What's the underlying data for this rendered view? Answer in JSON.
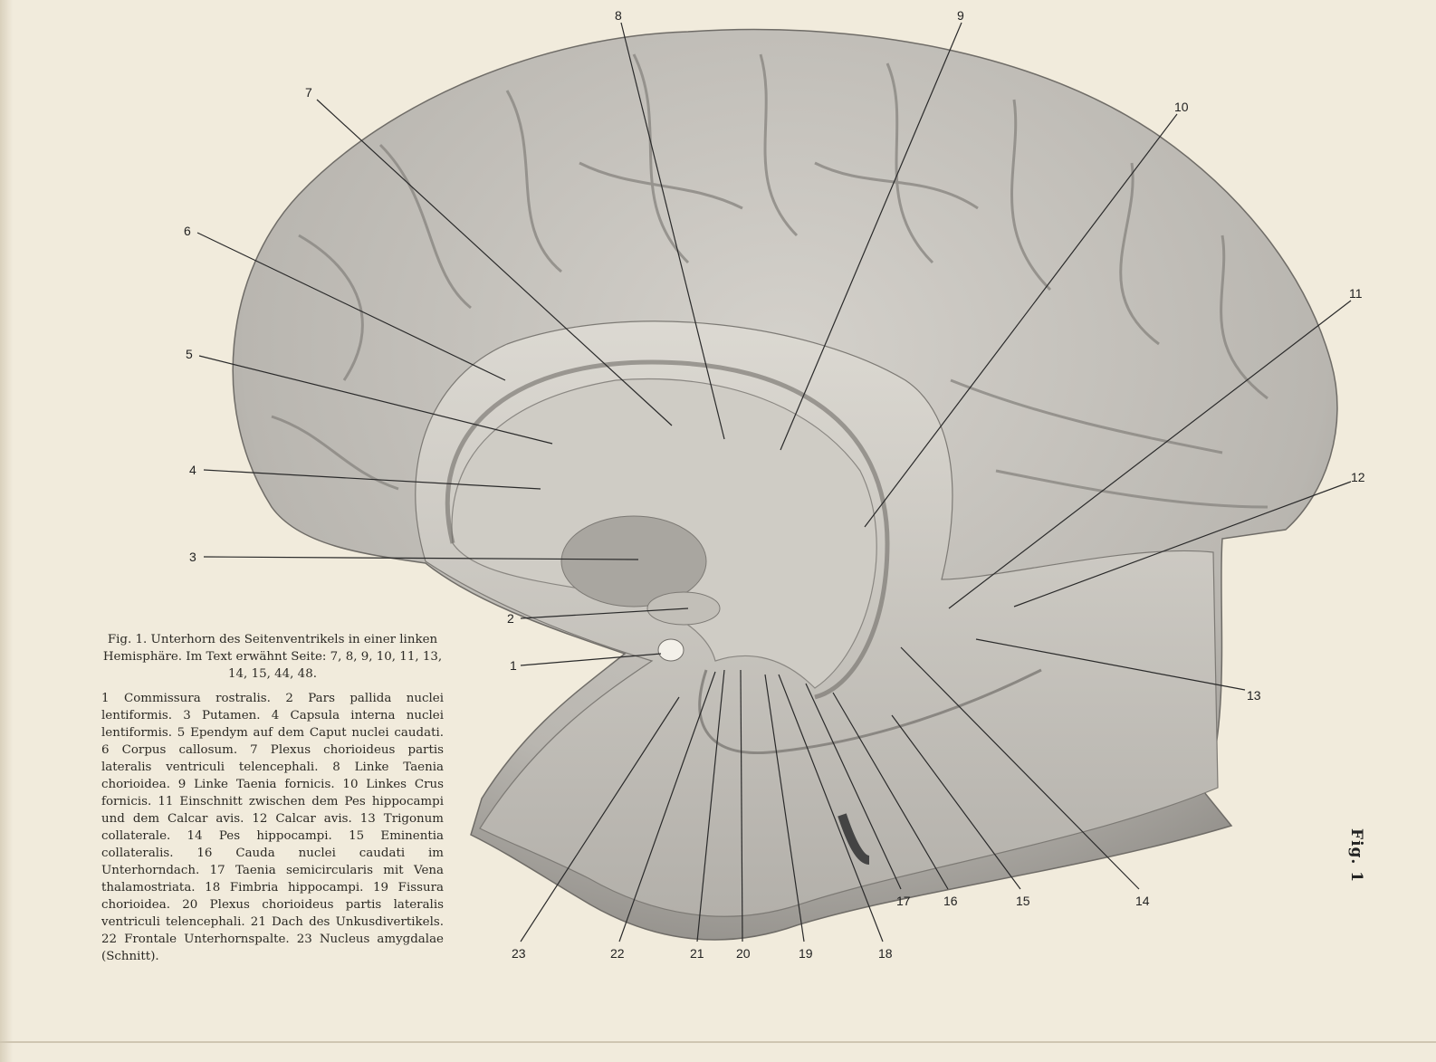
{
  "figure": {
    "labels": [
      "1",
      "2",
      "3",
      "4",
      "5",
      "6",
      "7",
      "8",
      "9",
      "10",
      "11",
      "12",
      "13",
      "14",
      "15",
      "16",
      "17",
      "18",
      "19",
      "20",
      "21",
      "22",
      "23"
    ],
    "side_tag": "Fig. 1"
  },
  "caption": {
    "title": "Fig. 1. Unterhorn des Seitenventrikels in einer linken Hemisphäre. Im Text erwähnt Seite: 7, 8, 9, 10, 11, 13, 14, 15, 44, 48.",
    "legend": "1 Commissura rostralis. 2 Pars pallida nuclei lentiformis. 3 Putamen. 4 Capsula interna nuclei lentiformis. 5 Ependym auf dem Caput nuclei caudati. 6 Corpus callosum. 7 Plexus chorioideus partis lateralis ventriculi telencephali. 8 Linke Taenia chorioidea. 9 Linke Taenia fornicis. 10 Linkes Crus fornicis. 11 Einschnitt zwischen dem Pes hippocampi und dem Calcar avis. 12 Calcar avis. 13 Trigonum collaterale. 14 Pes hippocampi. 15 Eminentia collateralis. 16 Cauda nuclei caudati im Unterhorndach. 17 Taenia semicircularis mit Vena thalamostriata. 18 Fimbria hippocampi. 19 Fissura chorioidea. 20 Plexus chorioideus partis lateralis ventriculi telencephali. 21 Dach des Unkusdivertikels. 22 Frontale Unterhornspalte. 23 Nucleus amygdalae (Schnitt)."
  },
  "colors": {
    "paper": "#f1ebdc",
    "cortex": "#bdbab4",
    "cut": "#e4e1da",
    "ink": "#222222"
  }
}
